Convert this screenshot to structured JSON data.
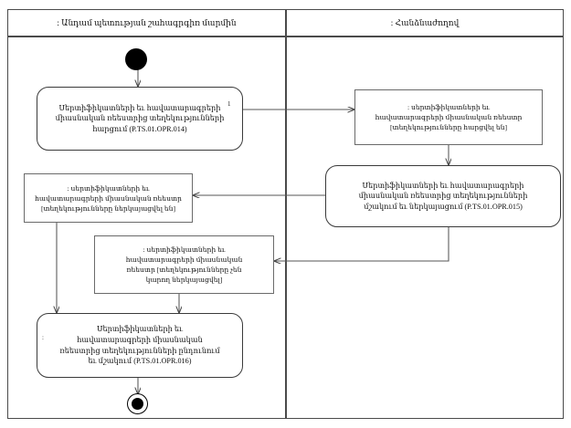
{
  "diagram": {
    "title": "UML activity diagram with two swimlanes",
    "lanes": [
      {
        "id": "lane-left",
        "label": ": Անդամ պետության շահագրգիռ մարմին"
      },
      {
        "id": "lane-right",
        "label": ": Հանձնաժողով"
      }
    ],
    "nodes": {
      "initial": {
        "name": "initial-node",
        "label": ""
      },
      "action_request": {
        "label": "Սերտիֆիկատների եւ հավատարագրերի\nմիասնական ռեեստրից տեղեկությունների\nհարցում (P.TS.01.OPR.014)"
      },
      "object_requested": {
        "label": ": սերտիֆիկատների եւ\nհավատարագրերի միասնական ռեեստր\n[տեղեկությունները հարցվել են]"
      },
      "action_process": {
        "label": "Սերտիֆիկատների եւ հավատարագրերի\nմիասնական ռեեստրից տեղեկությունների\nմշակում եւ ներկայացում (P.TS.01.OPR.015)"
      },
      "object_presented": {
        "label": ": սերտիֆիկատների եւ\nհավատարագրերի միասնական ռեեստր\n[տեղեկությունները ներկայացվել են]"
      },
      "object_not_presented": {
        "label": ": սերտիֆիկատների եւ\nհավատարագրերի միասնական\nռեեստր [տեղեկությունները չեն\nկարող ներկայացվել]"
      },
      "action_receive": {
        "label": "Սերտիֆիկատների եւ\nհավատարագրերի միասնական\nռեեստրից տեղեկությունների ընդունում\nեւ մշակում (P.TS.01.OPR.016)"
      },
      "final": {
        "name": "final-node",
        "label": ""
      }
    },
    "edge_labels": {
      "request_out": "1"
    },
    "marks": {
      "receive_side": ":"
    },
    "colors": {
      "frame": "#4a4a4a",
      "action_border": "#3a3a3a",
      "object_border": "#6a6a6a",
      "wire": "#555555",
      "node_fill": "#ffffff",
      "text": "#0d0d0d",
      "control_node": "#000000"
    }
  }
}
